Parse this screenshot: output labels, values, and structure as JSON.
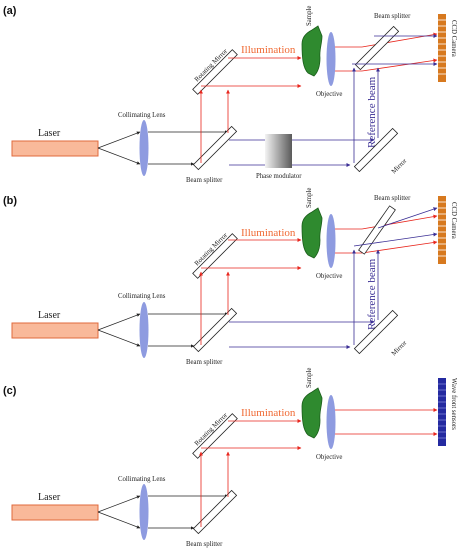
{
  "colors": {
    "red": "#e8251c",
    "blue": "#3a2e94",
    "laser_fill": "#f9b99a",
    "laser_stroke": "#e06a3c",
    "lens": "#8e9be0",
    "sample": "#2f8a2f",
    "camera": "#d7791f",
    "sensor": "#242aa0",
    "illumination_text": "#f06a34",
    "reference_text": "#3a2e94"
  },
  "panels": [
    {
      "id": "a",
      "tag": "(a)",
      "labels": {
        "laser": "Laser",
        "collimating_lens": "Collimating Lens",
        "beam_splitter_bottom": "Beam splitter",
        "rotating_mirror": "Rotating Mirror",
        "illumination": "Illumination",
        "sample": "Sample",
        "objective": "Objective",
        "beam_splitter_top": "Beam splitter",
        "detector": "CCD Camera",
        "reference_beam": "Reference beam",
        "mirror": "Mirror",
        "phase_modulator": "Phase modulator"
      }
    },
    {
      "id": "b",
      "tag": "(b)",
      "labels": {
        "laser": "Laser",
        "collimating_lens": "Collimating Lens",
        "beam_splitter_bottom": "Beam splitter",
        "rotating_mirror": "Rotating Mirror",
        "illumination": "Illumination",
        "sample": "Sample",
        "objective": "Objective",
        "beam_splitter_top": "Beam splitter",
        "detector": "CCD Camera",
        "reference_beam": "Reference beam",
        "mirror": "Mirror"
      }
    },
    {
      "id": "c",
      "tag": "(c)",
      "labels": {
        "laser": "Laser",
        "collimating_lens": "Collimating Lens",
        "beam_splitter_bottom": "Beam splitter",
        "rotating_mirror": "Rotating Mirror",
        "illumination": "Illumination",
        "sample": "Sample",
        "objective": "Objective",
        "detector": "Wave front sensors"
      }
    }
  ]
}
